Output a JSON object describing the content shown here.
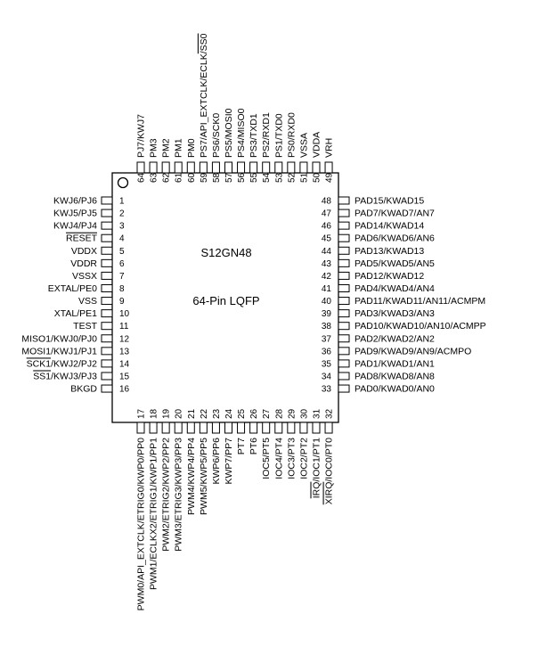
{
  "chip": {
    "part": "S12GN48",
    "package": "64-Pin LQFP"
  },
  "pins": {
    "left": [
      {
        "num": "1",
        "name": "KWJ6/PJ6"
      },
      {
        "num": "2",
        "name": "KWJ5/PJ5"
      },
      {
        "num": "3",
        "name": "KWJ4/PJ4"
      },
      {
        "num": "4",
        "name": "RESET"
      },
      {
        "num": "5",
        "name": "VDDX"
      },
      {
        "num": "6",
        "name": "VDDR"
      },
      {
        "num": "7",
        "name": "VSSX"
      },
      {
        "num": "8",
        "name": "EXTAL/PE0"
      },
      {
        "num": "9",
        "name": "VSS"
      },
      {
        "num": "10",
        "name": "XTAL/PE1"
      },
      {
        "num": "11",
        "name": "TEST"
      },
      {
        "num": "12",
        "name": "MISO1/KWJ0/PJ0"
      },
      {
        "num": "13",
        "name": "MOSI1/KWJ1/PJ1"
      },
      {
        "num": "14",
        "name": "SCK1/KWJ2/PJ2"
      },
      {
        "num": "15",
        "name": "SS1/KWJ3/PJ3"
      },
      {
        "num": "16",
        "name": "BKGD"
      }
    ],
    "bottom": [
      {
        "num": "17",
        "name": "PWM0/API_EXTCLK/ETRIG0/KWP0/PP0"
      },
      {
        "num": "18",
        "name": "PWM1/ECLKX2/ETRIG1/KWP1/PP1"
      },
      {
        "num": "19",
        "name": "PWM2/ETRIG2/KWP2/PP2"
      },
      {
        "num": "20",
        "name": "PWM3/ETRIG3/KWP3/PP3"
      },
      {
        "num": "21",
        "name": "PWM4/KWP4/PP4"
      },
      {
        "num": "22",
        "name": "PWM5/KWP5/PP5"
      },
      {
        "num": "23",
        "name": "KWP6/PP6"
      },
      {
        "num": "24",
        "name": "KWP7/PP7"
      },
      {
        "num": "25",
        "name": "PT7"
      },
      {
        "num": "26",
        "name": "PT6"
      },
      {
        "num": "27",
        "name": "IOC5/PT5"
      },
      {
        "num": "28",
        "name": "IOC4/PT4"
      },
      {
        "num": "29",
        "name": "IOC3/PT3"
      },
      {
        "num": "30",
        "name": "IOC2/PT2"
      },
      {
        "num": "31",
        "name": "IRQ/IOC1/PT1"
      },
      {
        "num": "32",
        "name": "XIRQ/IOC0/PT0"
      }
    ],
    "right": [
      {
        "num": "48",
        "name": "PAD15/KWAD15"
      },
      {
        "num": "47",
        "name": "PAD7/KWAD7/AN7"
      },
      {
        "num": "46",
        "name": "PAD14/KWAD14"
      },
      {
        "num": "45",
        "name": "PAD6/KWAD6/AN6"
      },
      {
        "num": "44",
        "name": "PAD13/KWAD13"
      },
      {
        "num": "43",
        "name": "PAD5/KWAD5/AN5"
      },
      {
        "num": "42",
        "name": "PAD12/KWAD12"
      },
      {
        "num": "41",
        "name": "PAD4/KWAD4/AN4"
      },
      {
        "num": "40",
        "name": "PAD11/KWAD11/AN11/ACMPM"
      },
      {
        "num": "39",
        "name": "PAD3/KWAD3/AN3"
      },
      {
        "num": "38",
        "name": "PAD10/KWAD10/AN10/ACMPP"
      },
      {
        "num": "37",
        "name": "PAD2/KWAD2/AN2"
      },
      {
        "num": "36",
        "name": "PAD9/KWAD9/AN9/ACMPO"
      },
      {
        "num": "35",
        "name": "PAD1/KWAD1/AN1"
      },
      {
        "num": "34",
        "name": "PAD8/KWAD8/AN8"
      },
      {
        "num": "33",
        "name": "PAD0/KWAD0/AN0"
      }
    ],
    "top": [
      {
        "num": "64",
        "name": "PJ7/KWJ7"
      },
      {
        "num": "63",
        "name": "PM3"
      },
      {
        "num": "62",
        "name": "PM2"
      },
      {
        "num": "61",
        "name": "PM1"
      },
      {
        "num": "60",
        "name": "PM0"
      },
      {
        "num": "59",
        "name": "PS7/API_EXTCLK/ECLK/SS0"
      },
      {
        "num": "58",
        "name": "PS6/SCK0"
      },
      {
        "num": "57",
        "name": "PS5/MOSI0"
      },
      {
        "num": "56",
        "name": "PS4/MISO0"
      },
      {
        "num": "55",
        "name": "PS3/TXD1"
      },
      {
        "num": "54",
        "name": "PS2/RXD1"
      },
      {
        "num": "53",
        "name": "PS1/TXD0"
      },
      {
        "num": "52",
        "name": "PS0/RXD0"
      },
      {
        "num": "51",
        "name": "VSSA"
      },
      {
        "num": "50",
        "name": "VDDA"
      },
      {
        "num": "49",
        "name": "VRH"
      }
    ]
  }
}
